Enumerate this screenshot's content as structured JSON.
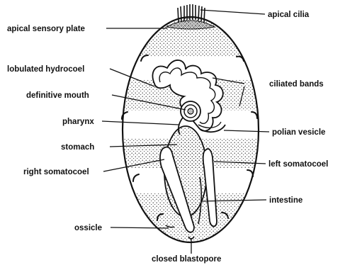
{
  "labels": {
    "apical_cilia": "apical cilia",
    "apical_sensory_plate": "apical sensory plate",
    "lobulated_hydrocoel": "lobulated hydrocoel",
    "ciliated_bands": "ciliated bands",
    "definitive_mouth": "definitive mouth",
    "pharynx": "pharynx",
    "polian_vesicle": "polian vesicle",
    "stomach": "stomach",
    "left_somatocoel": "left somatocoel",
    "right_somatocoel": "right somatocoel",
    "intestine": "intestine",
    "ossicle": "ossicle",
    "closed_blastopore": "closed blastopore"
  },
  "colors": {
    "ink": "#111111",
    "background": "#ffffff"
  }
}
